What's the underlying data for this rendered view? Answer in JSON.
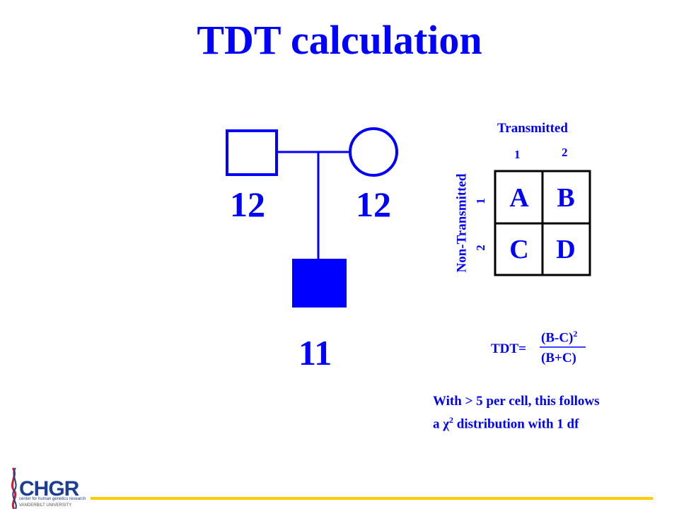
{
  "title": "TDT calculation",
  "pedigree": {
    "father_genotype": "12",
    "mother_genotype": "12",
    "child_genotype": "11"
  },
  "table": {
    "transmitted_label": "Transmitted",
    "non_transmitted_label": "Non-Transmitted",
    "col_labels": [
      "1",
      "2"
    ],
    "row_labels": [
      "1",
      "2"
    ],
    "cells": [
      "A",
      "B",
      "C",
      "D"
    ]
  },
  "formula": {
    "lhs": "TDT=",
    "numerator": "(B-C)",
    "numerator_exp": "2",
    "denominator": "(B+C)"
  },
  "note": {
    "line1": "With > 5 per cell, this follows",
    "line2_pre": "a ",
    "chi": "χ",
    "chi_exp": "2",
    "line2_post": " distribution with 1 df"
  },
  "logo": {
    "name": "CHGR",
    "subtitle": "center for human genetics research",
    "university": "VANDERBILT UNIVERSITY"
  },
  "colors": {
    "primary": "#0000ff",
    "table_border": "#000000",
    "footer_line": "#ffcc00",
    "logo_blue": "#1c3f94",
    "logo_red": "#c8202a"
  }
}
